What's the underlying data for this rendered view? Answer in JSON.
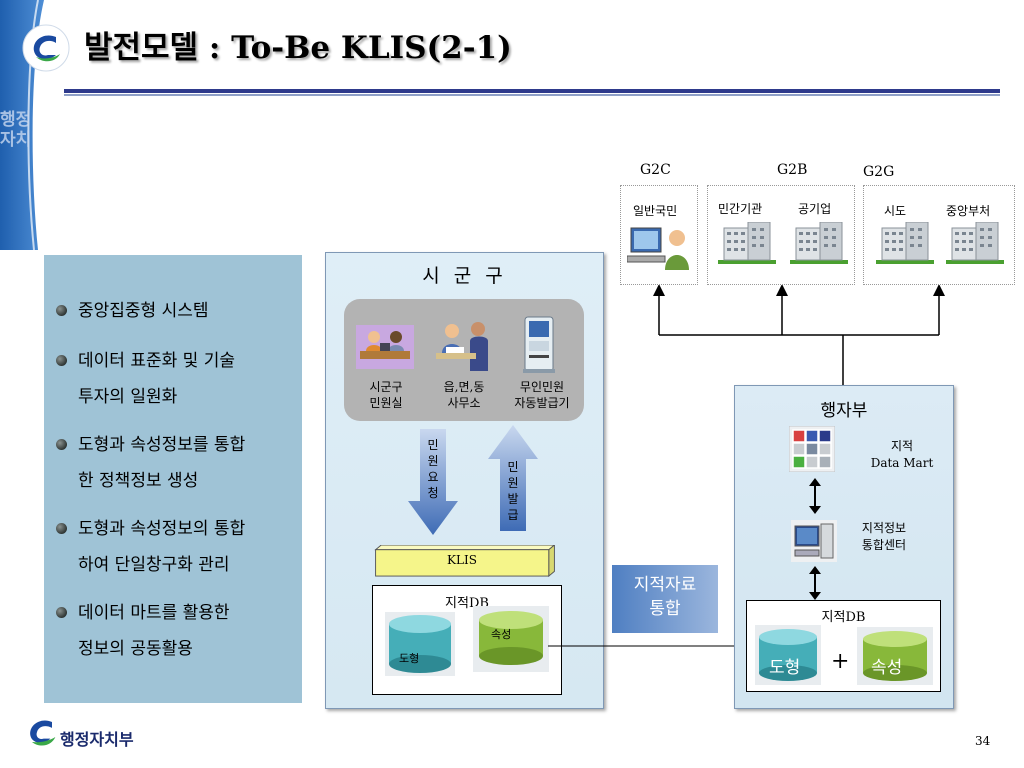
{
  "title": "발전모델 : To-Be KLIS(2-1)",
  "side_watermark": "행정자치",
  "info_panel": {
    "bullets": [
      {
        "lines": [
          "중앙집중형 시스템"
        ]
      },
      {
        "lines": [
          "데이터 표준화 및 기술",
          "투자의 일원화"
        ]
      },
      {
        "lines": [
          "도형과 속성정보를 통합",
          "한 정책정보 생성"
        ]
      },
      {
        "lines": [
          "도형과 속성정보의 통합",
          "하여 단일창구화 관리"
        ]
      },
      {
        "lines": [
          "데이터 마트를 활용한",
          "정보의 공동활용"
        ]
      }
    ]
  },
  "sigungu": {
    "title": "시 군 구",
    "services": [
      {
        "line1": "시군구",
        "line2": "민원실"
      },
      {
        "line1": "읍,면,동",
        "line2": "사무소"
      },
      {
        "line1": "무인민원",
        "line2": "자동발급기"
      }
    ],
    "arrow_down": [
      "민",
      "원",
      "요",
      "청"
    ],
    "arrow_up": [
      "민",
      "원",
      "발",
      "급"
    ],
    "klis": "KLIS",
    "db": {
      "title": "지적DB",
      "shape": "도형",
      "attr": "속성"
    }
  },
  "transfer": {
    "line1": "지적자료",
    "line2": "통합"
  },
  "g2": {
    "g2c": {
      "label": "G2C",
      "items": [
        "일반국민"
      ]
    },
    "g2b": {
      "label": "G2B",
      "items": [
        "민간기관",
        "공기업"
      ]
    },
    "g2g": {
      "label": "G2G",
      "items": [
        "시도",
        "중앙부처"
      ]
    }
  },
  "mois": {
    "title": "행자부",
    "datamart": {
      "line1": "지적",
      "line2": "Data Mart"
    },
    "center": {
      "line1": "지적정보",
      "line2": "통합센터"
    },
    "db": {
      "title": "지적DB",
      "shape": "도형",
      "plus": "+",
      "attr": "속성"
    }
  },
  "footer": {
    "org": "행정자치부",
    "page": "34"
  },
  "colors": {
    "accent": "#2e3a8c",
    "panel": "#9fc3d6",
    "klis": "#f5f58a",
    "cyl_blue": "#45aeb8",
    "cyl_green": "#88b83a"
  }
}
